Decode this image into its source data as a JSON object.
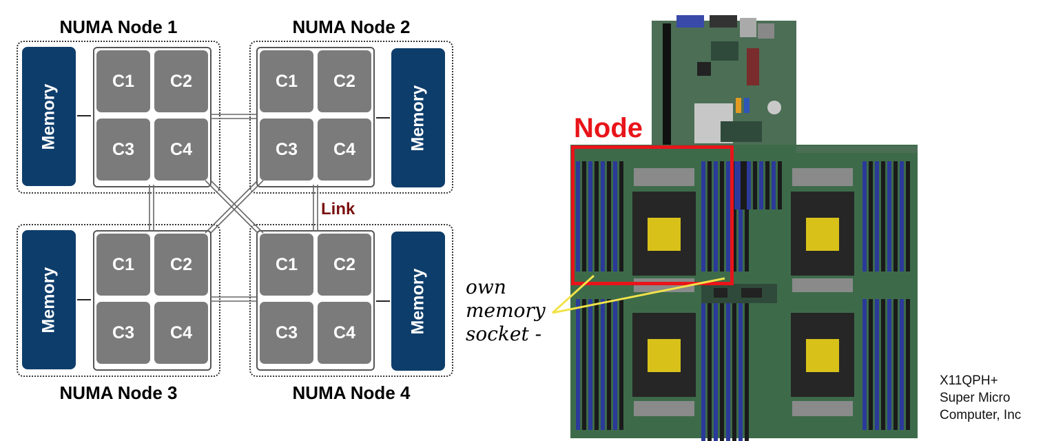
{
  "numa_nodes": [
    {
      "title": "NUMA Node 1",
      "memory_label": "Memory",
      "cores": [
        "C1",
        "C2",
        "C3",
        "C4"
      ]
    },
    {
      "title": "NUMA Node 2",
      "memory_label": "Memory",
      "cores": [
        "C1",
        "C2",
        "C3",
        "C4"
      ]
    },
    {
      "title": "NUMA Node 3",
      "memory_label": "Memory",
      "cores": [
        "C1",
        "C2",
        "C3",
        "C4"
      ]
    },
    {
      "title": "NUMA Node 4",
      "memory_label": "Memory",
      "cores": [
        "C1",
        "C2",
        "C3",
        "C4"
      ]
    }
  ],
  "link_label": "Link",
  "board": {
    "node_label": "Node",
    "annotation_lines": [
      "own",
      "memory",
      "socket -"
    ],
    "credit_lines": [
      "X11QPH+",
      "Super Micro",
      "Computer, Inc"
    ]
  },
  "colors": {
    "memory_block": "#0d3d6b",
    "core_block": "#7b7b7b",
    "link_text": "#7a1010",
    "node_highlight": "#e8141a",
    "annotation_line": "#f2e34a",
    "pcb_green": "#3d6b4a",
    "dimm_blue": "#2b3a9a"
  }
}
